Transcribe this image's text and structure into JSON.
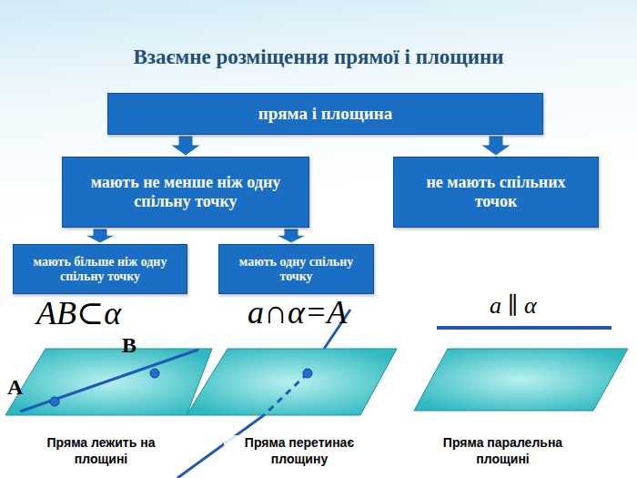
{
  "diagram": {
    "title": "Взаємне розміщення прямої і площини",
    "nodes": [
      {
        "text": [
          "пряма і площина"
        ]
      },
      {
        "text": [
          "мають не менше ніж одну спільну точку"
        ]
      },
      {
        "text": [
          "не мають спільних точок"
        ]
      },
      {
        "text": [
          "мають більше ніж одну спільну точку"
        ]
      },
      {
        "text": [
          "мають одну спільну точку"
        ]
      }
    ],
    "edges": [
      {
        "from": 0,
        "to": 1,
        "arrow": "to"
      },
      {
        "from": 0,
        "to": 2,
        "arrow": "to"
      },
      {
        "from": 1,
        "to": 3,
        "arrow": "to"
      },
      {
        "from": 1,
        "to": 4,
        "arrow": "to"
      }
    ],
    "labels": [
      "AB⊂α",
      "B",
      "A",
      "a∩α=A",
      "a ∥ α",
      "Пряма лежить на площині",
      "Пряма перетинає площину",
      "Пряма паралельна площині"
    ]
  }
}
